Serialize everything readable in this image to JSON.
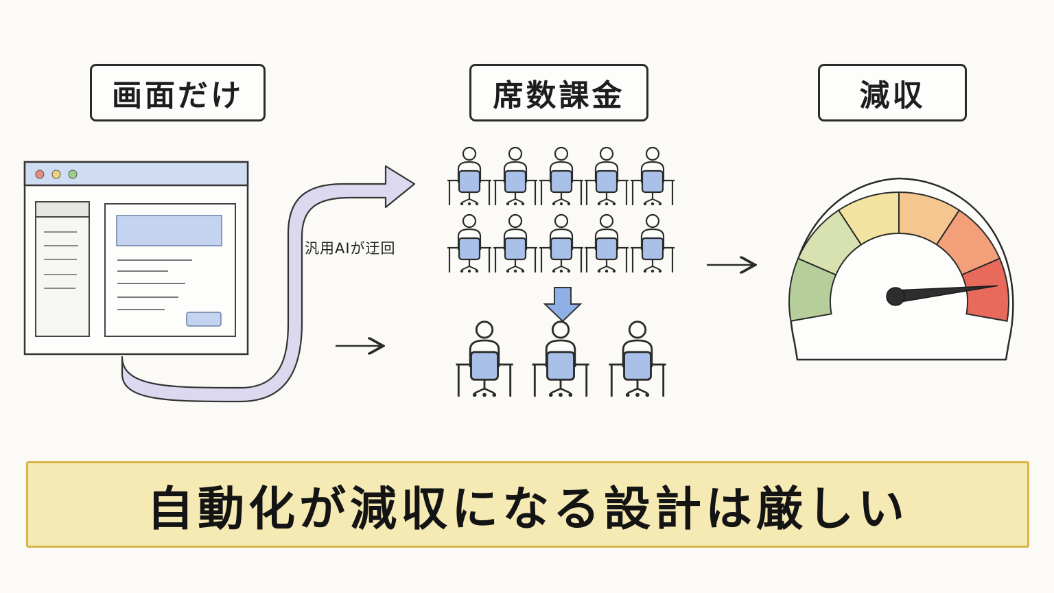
{
  "labels": {
    "screen": "画面だけ",
    "seat": "席数課金",
    "loss": "減収"
  },
  "detour_label": "汎用AIが迂回",
  "banner": "自動化が減収になる設計は厳しい",
  "seats": {
    "before_count": 10,
    "after_count": 3
  },
  "gauge": {
    "segment_colors": [
      "#b6cf9a",
      "#d8e2b0",
      "#f2e3a0",
      "#f5c690",
      "#f3a07a",
      "#e86a5a"
    ],
    "needle_level": 0.92
  },
  "colors": {
    "chair": "#a9c1e8",
    "accent_blue": "#8fb0e6",
    "detour_arrow": "#dcd8f0",
    "window_title_bar": "#cfdcf2",
    "banner_fill": "#f6eab4"
  },
  "icons": {
    "window": "browser-window-icon",
    "person": "seated-person-icon",
    "gauge": "speedometer-icon"
  }
}
